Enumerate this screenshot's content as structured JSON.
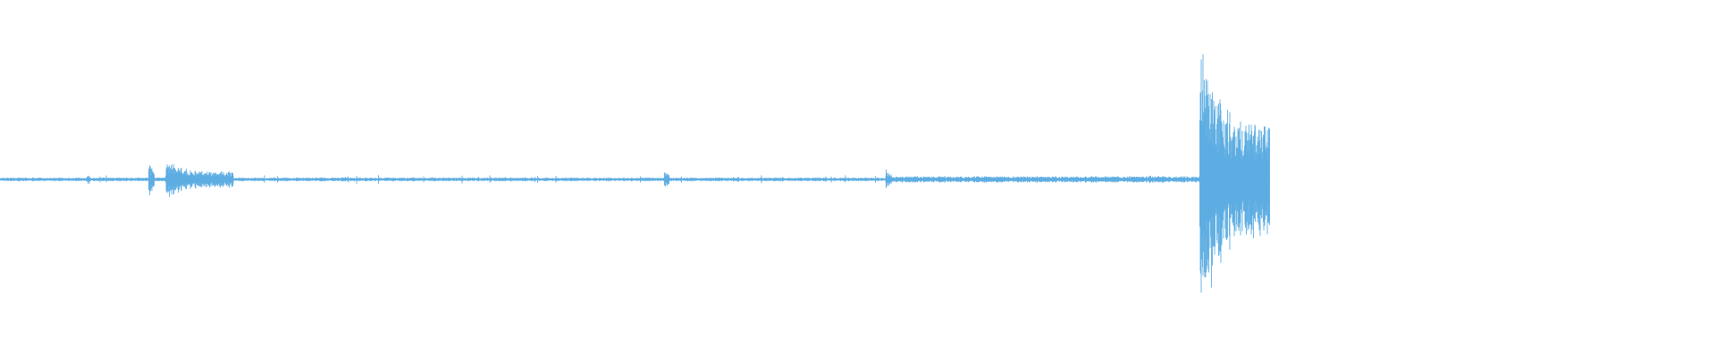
{
  "waveform": {
    "color": "#5dade2",
    "duration_fraction": 0.74,
    "baseline_level": 0.01,
    "bursts": [
      {
        "start": 0.0505,
        "end": 0.0525,
        "peak": 0.03,
        "decay": 0.0008
      },
      {
        "start": 0.0865,
        "end": 0.09,
        "peak": 0.17,
        "decay": 0.001
      },
      {
        "start": 0.0965,
        "end": 0.136,
        "peak": 0.15,
        "decay": 0.006
      },
      {
        "start": 0.387,
        "end": 0.39,
        "peak": 0.09,
        "decay": 0.001
      },
      {
        "start": 0.516,
        "end": 0.52,
        "peak": 0.09,
        "decay": 0.0012
      },
      {
        "start": 0.52,
        "end": 0.699,
        "peak": 0.02,
        "decay": 0.06
      },
      {
        "start": 0.699,
        "end": 0.74,
        "peak": 1.0,
        "decay": 0.009
      }
    ]
  }
}
